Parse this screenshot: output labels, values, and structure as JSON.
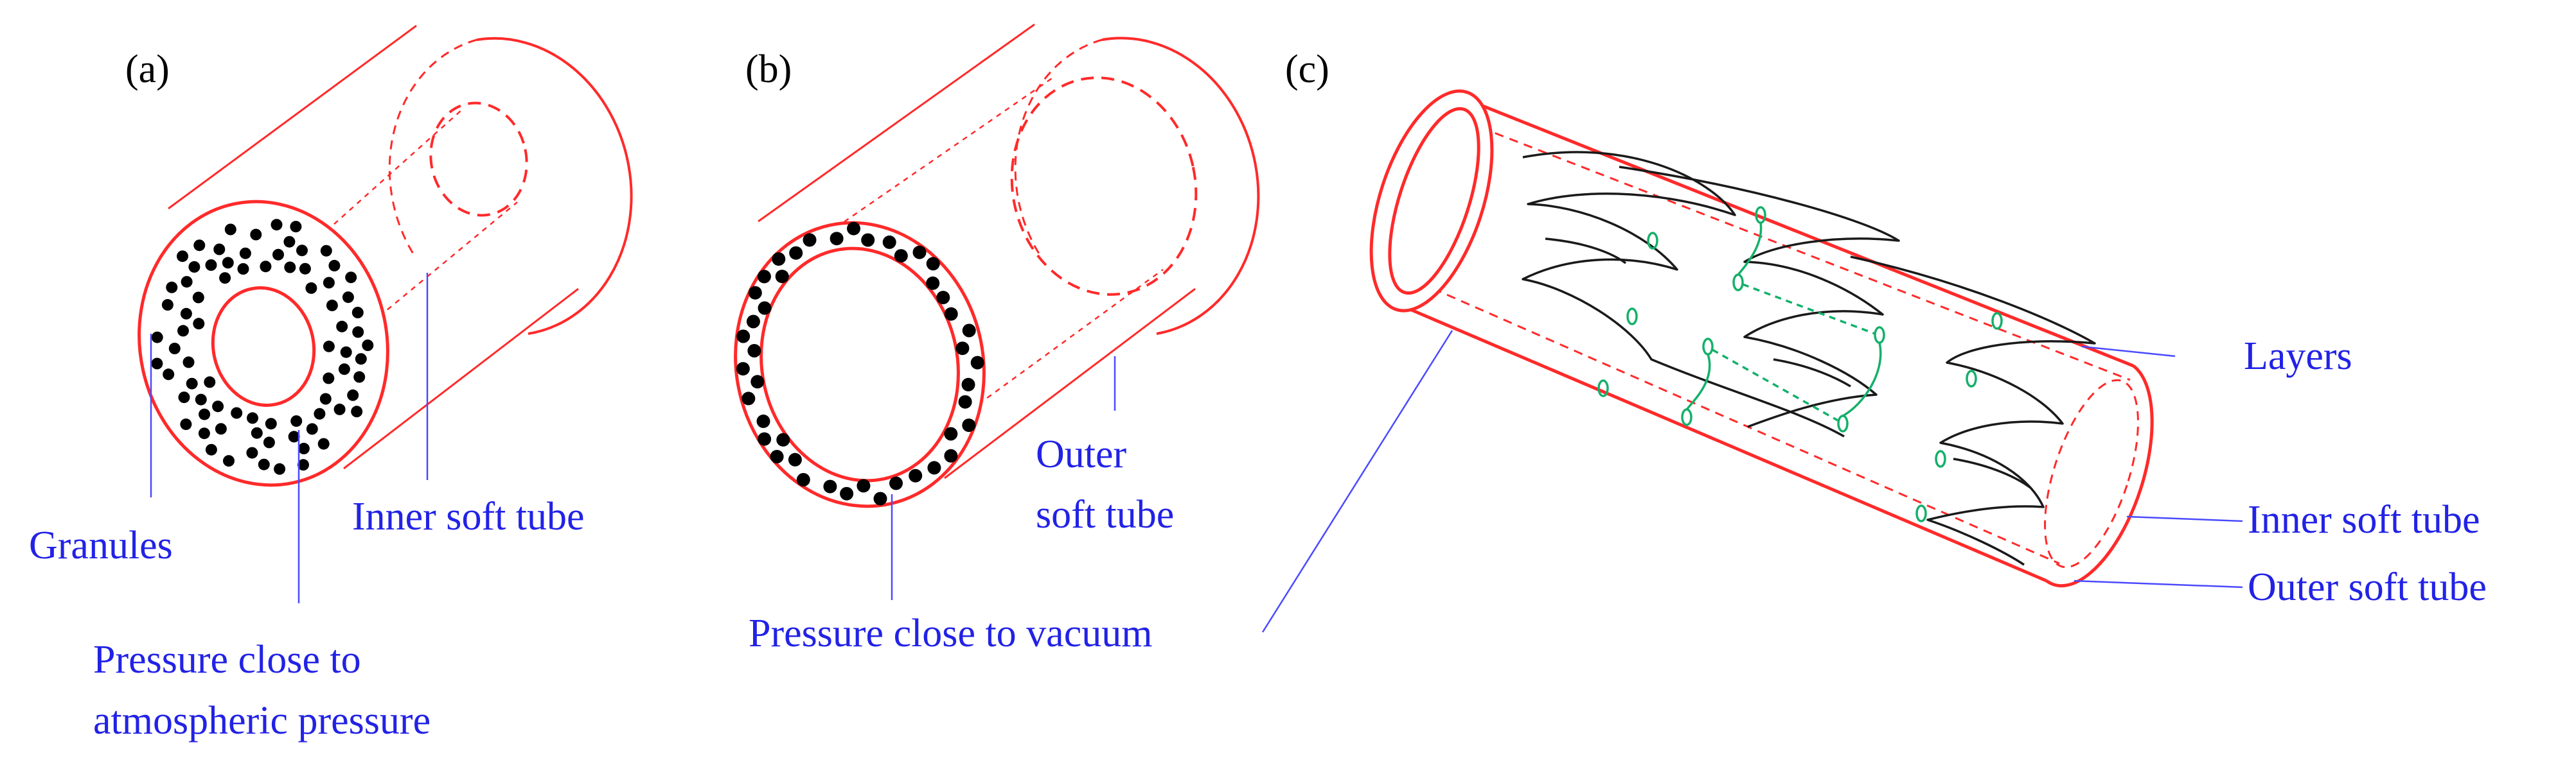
{
  "colors": {
    "tube": "#ff2a2a",
    "granule": "#000000",
    "layer": "#1a1a1a",
    "link": "#14b06a",
    "leader": "#4a4aff",
    "text": "#2222e6"
  },
  "panels": {
    "a": {
      "label": "(a)",
      "granules_label": "Granules",
      "inner_tube_label": "Inner soft tube",
      "pressure_label_line1": "Pressure close to",
      "pressure_label_line2": "atmospheric pressure"
    },
    "b": {
      "label": "(b)",
      "outer_tube_label_line1": "Outer",
      "outer_tube_label_line2": "soft tube",
      "pressure_label": "Pressure close to vacuum"
    },
    "c": {
      "label": "(c)",
      "layers_label": "Layers",
      "inner_tube_label": "Inner soft tube",
      "outer_tube_label": "Outer soft tube"
    }
  }
}
